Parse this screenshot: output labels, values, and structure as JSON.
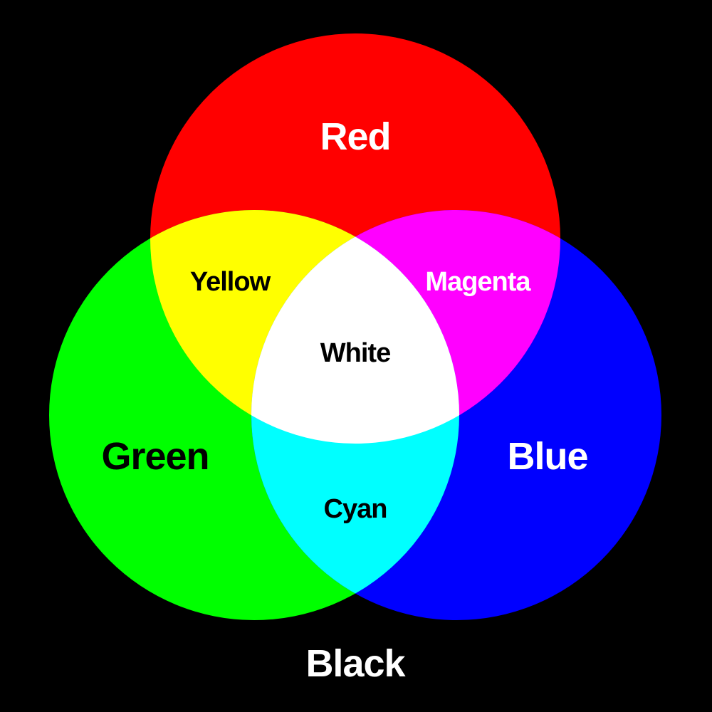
{
  "colors": {
    "background": "#000000",
    "red": "#ff0000",
    "green": "#00ff00",
    "blue": "#0000ff",
    "yellow": "#ffff00",
    "magenta": "#ff00ff",
    "cyan": "#00ffff",
    "white": "#ffffff",
    "label_light": "#ffffff",
    "label_dark": "#000000"
  },
  "labels": {
    "red": "Red",
    "green": "Green",
    "blue": "Blue",
    "yellow": "Yellow",
    "magenta": "Magenta",
    "cyan": "Cyan",
    "white": "White",
    "black": "Black"
  }
}
